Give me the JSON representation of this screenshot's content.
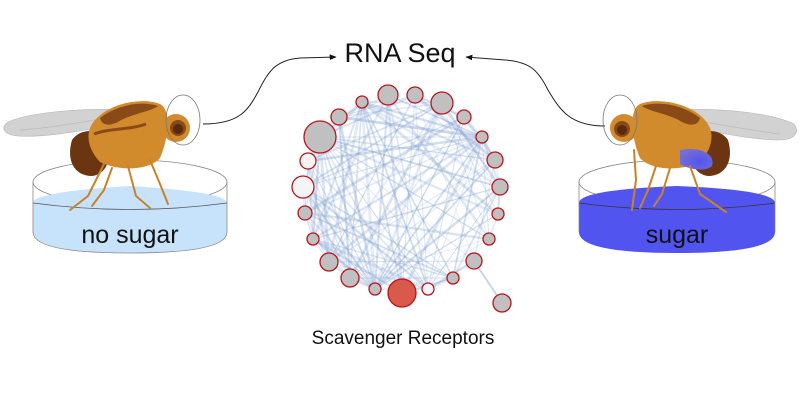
{
  "title": "RNA Seq",
  "network_label": "Scavenger Receptors",
  "left_condition": {
    "label": "no sugar",
    "dish_color": "#c6e3fb"
  },
  "right_condition": {
    "label": "sugar",
    "dish_color": "#5254f0"
  },
  "colors": {
    "edge": "#7f9fd2",
    "node_fill_gray": "#c0c0c0",
    "node_fill_white": "#f4f4f4",
    "node_fill_red": "#d9594a",
    "node_stroke": "#b8141c",
    "fly_body": "#d18b2c",
    "fly_dark": "#6a3510",
    "fly_wing": "#c8c8c8"
  },
  "network": {
    "nodes": [
      {
        "id": 0,
        "type": "gray",
        "size": 6
      },
      {
        "id": 1,
        "type": "gray",
        "size": 10
      },
      {
        "id": 2,
        "type": "gray",
        "size": 8
      },
      {
        "id": 3,
        "type": "gray",
        "size": 11
      },
      {
        "id": 4,
        "type": "gray",
        "size": 8
      },
      {
        "id": 5,
        "type": "gray",
        "size": 16
      },
      {
        "id": 6,
        "type": "gray",
        "size": 7
      },
      {
        "id": 7,
        "type": "gray",
        "size": 6
      },
      {
        "id": 8,
        "type": "white",
        "size": 8
      },
      {
        "id": 9,
        "type": "white",
        "size": 11
      },
      {
        "id": 10,
        "type": "gray",
        "size": 8
      },
      {
        "id": 11,
        "type": "gray",
        "size": 8
      },
      {
        "id": 12,
        "type": "gray",
        "size": 7
      },
      {
        "id": 13,
        "type": "gray",
        "size": 6
      },
      {
        "id": 14,
        "type": "gray",
        "size": 6
      },
      {
        "id": 15,
        "type": "gray",
        "size": 6
      },
      {
        "id": 16,
        "type": "gray",
        "size": 9
      },
      {
        "id": 17,
        "type": "gray",
        "size": 8
      },
      {
        "id": 18,
        "type": "gray",
        "size": 9
      },
      {
        "id": 19,
        "type": "gray",
        "size": 6
      },
      {
        "id": 20,
        "type": "gray",
        "size": 6
      },
      {
        "id": 21,
        "type": "white",
        "size": 6
      },
      {
        "id": 22,
        "type": "red",
        "size": 14
      },
      {
        "id": 23,
        "type": "gray",
        "size": 9
      }
    ]
  }
}
